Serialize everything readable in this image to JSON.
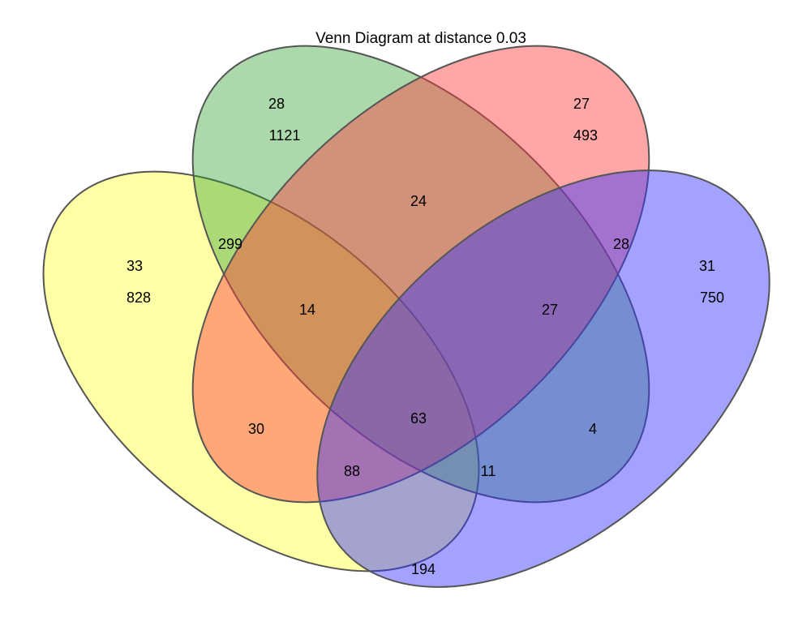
{
  "title": "Venn Diagram at distance 0.03",
  "sets": {
    "yellow": {
      "color": "#ffff00"
    },
    "green": {
      "color": "#2ca02c"
    },
    "red": {
      "color": "#ff3b3b"
    },
    "blue": {
      "color": "#3333ff"
    }
  },
  "regions": {
    "yellow_only": {
      "top": "33",
      "bottom": "828"
    },
    "green_only": {
      "top": "28",
      "bottom": "1121"
    },
    "red_only": {
      "top": "27",
      "bottom": "493"
    },
    "blue_only": {
      "top": "31",
      "bottom": "750"
    },
    "yellow_green": "299",
    "green_red": "24",
    "red_blue": "28",
    "yellow_red": "30",
    "green_blue": "4",
    "yellow_blue": "194",
    "yellow_green_red": "14",
    "green_red_blue": "27",
    "yellow_red_blue": "88",
    "yellow_green_blue": "11",
    "all_four": "63"
  }
}
